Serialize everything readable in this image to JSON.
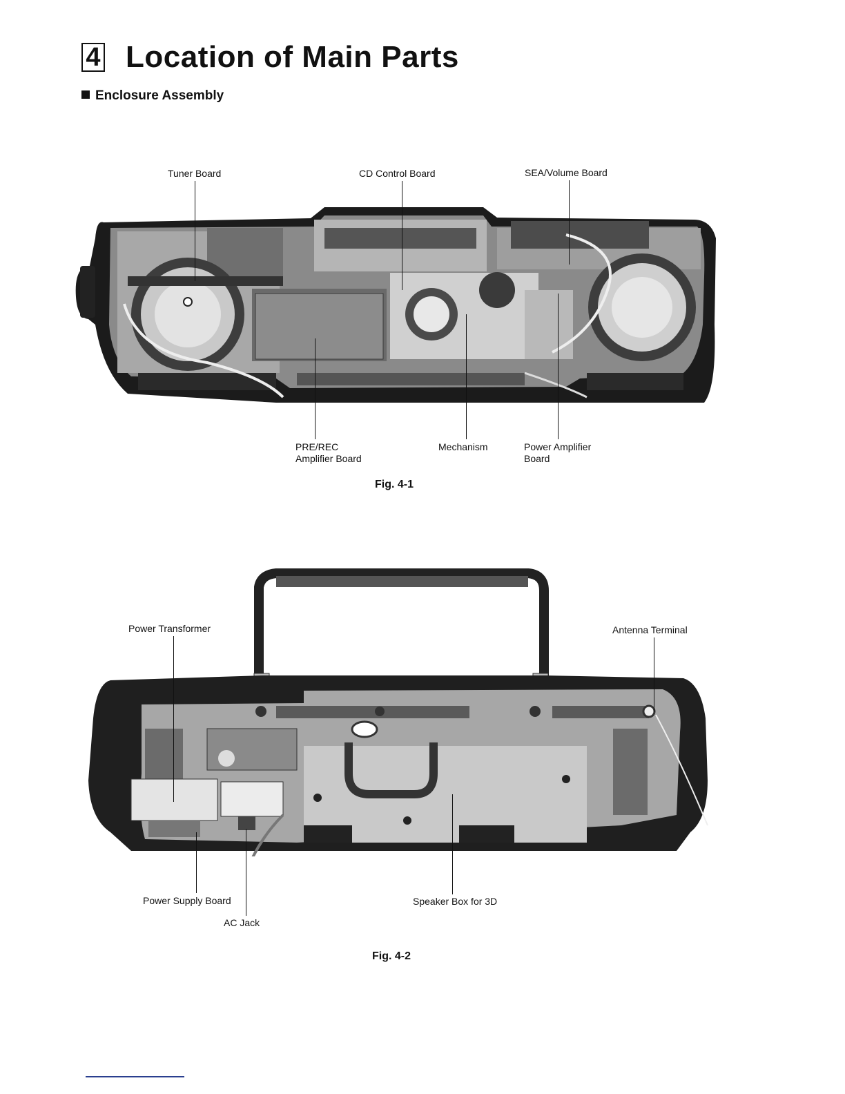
{
  "header": {
    "section_number": "4",
    "title": "Location of Main Parts",
    "subtitle": "Enclosure Assembly"
  },
  "figure1": {
    "caption": "Fig. 4-1",
    "labels": {
      "tuner_board": "Tuner Board",
      "cd_control_board": "CD Control Board",
      "sea_volume_board": "SEA/Volume Board",
      "pre_rec_line1": "PRE/REC",
      "pre_rec_line2": "Amplifier Board",
      "mechanism": "Mechanism",
      "power_amp_line1": "Power Amplifier",
      "power_amp_line2": "Board"
    }
  },
  "figure2": {
    "caption": "Fig. 4-2",
    "labels": {
      "power_transformer": "Power Transformer",
      "antenna_terminal": "Antenna Terminal",
      "power_supply_board": "Power Supply Board",
      "ac_jack": "AC Jack",
      "speaker_box": "Speaker Box for 3D"
    }
  }
}
